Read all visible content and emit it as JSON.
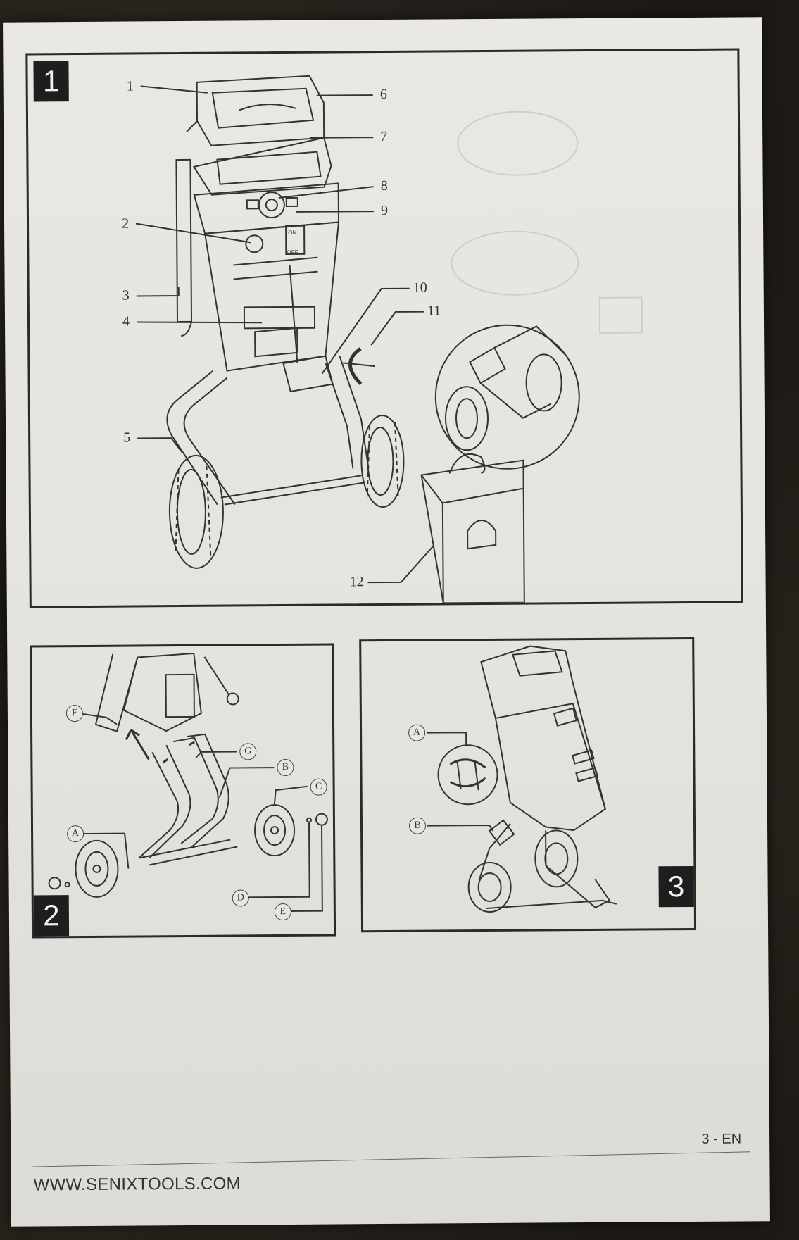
{
  "figure1": {
    "number": "1",
    "callouts": [
      "1",
      "2",
      "3",
      "4",
      "5",
      "6",
      "7",
      "8",
      "9",
      "10",
      "11",
      "12"
    ],
    "switch_on": "ON",
    "switch_off": "OFF"
  },
  "figure2": {
    "number": "2",
    "letters": [
      "F",
      "G",
      "B",
      "C",
      "A",
      "D",
      "E"
    ]
  },
  "figure3": {
    "number": "3",
    "letters": [
      "A",
      "B"
    ]
  },
  "footer": {
    "page_number": "3 - EN",
    "website": "WWW.SENIXTOOLS.COM"
  }
}
